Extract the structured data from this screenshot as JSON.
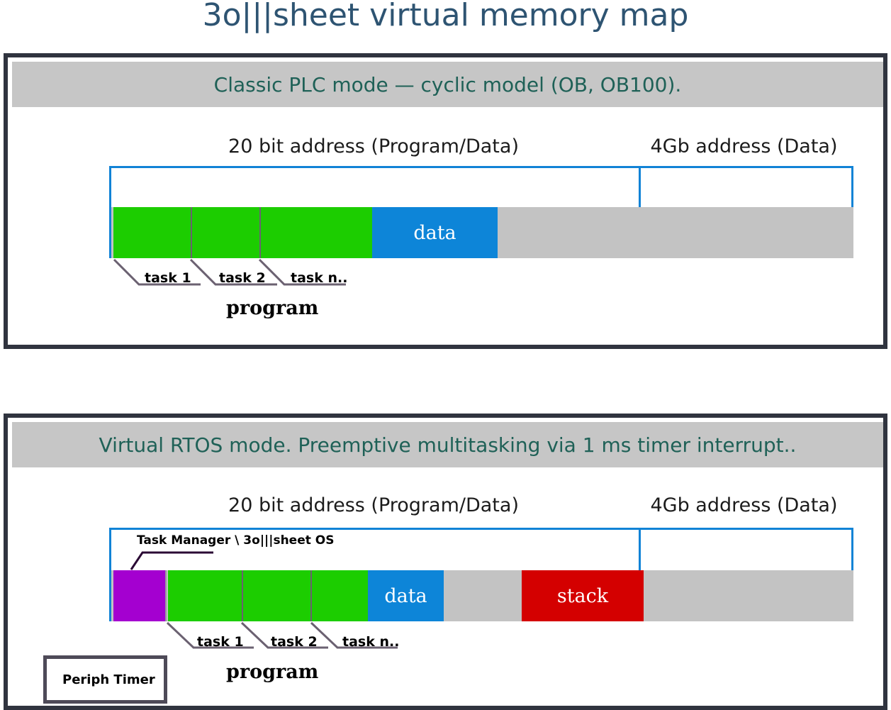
{
  "title": "3o|||sheet virtual memory map",
  "colors": {
    "title": "#2e5472",
    "panel_border": "#30343f",
    "header_bg": "#c6c6c6",
    "header_text": "#1f6157",
    "frame_blue": "#1183d6",
    "program_green": "#1ccd00",
    "data_blue": "#0d85d8",
    "stack_red": "#d40000",
    "task_manager_purple": "#a400d0",
    "free_gray": "#c3c3c3",
    "leader_line": "#6b6171",
    "tm_leader_line": "#2b0a35"
  },
  "panels": [
    {
      "id": "classic",
      "header": "Classic PLC mode — cyclic model (OB, OB100).",
      "address_labels": {
        "left": "20 bit address (Program/Data)",
        "right": "4Gb address (Data)"
      },
      "blocks": [
        {
          "name": "task-1",
          "label": "",
          "kind": "green"
        },
        {
          "name": "task-2",
          "label": "",
          "kind": "green"
        },
        {
          "name": "task-n",
          "label": "",
          "kind": "green"
        },
        {
          "name": "data",
          "label": "data",
          "kind": "blue"
        },
        {
          "name": "free",
          "label": "",
          "kind": "gray"
        },
        {
          "name": "free-4gb",
          "label": "",
          "kind": "gray"
        }
      ],
      "task_labels": [
        "task 1",
        "task 2",
        "task n.."
      ],
      "program_label": "program"
    },
    {
      "id": "rtos",
      "header": "Virtual RTOS mode. Preemptive multitasking via 1 ms timer interrupt..",
      "address_labels": {
        "left": "20 bit address (Program/Data)",
        "right": "4Gb address (Data)"
      },
      "task_manager_label": "Task Manager \\ 3o|||sheet OS",
      "blocks": [
        {
          "name": "task-manager",
          "label": "",
          "kind": "purple"
        },
        {
          "name": "task-1",
          "label": "",
          "kind": "green"
        },
        {
          "name": "task-2",
          "label": "",
          "kind": "green"
        },
        {
          "name": "task-n",
          "label": "",
          "kind": "green"
        },
        {
          "name": "data",
          "label": "data",
          "kind": "blue"
        },
        {
          "name": "free",
          "label": "",
          "kind": "gray"
        },
        {
          "name": "stack",
          "label": "stack",
          "kind": "red"
        },
        {
          "name": "free-4gb",
          "label": "",
          "kind": "gray"
        }
      ],
      "task_labels": [
        "task 1",
        "task 2",
        "task n.."
      ],
      "program_label": "program",
      "periph_timer_label": "Periph Timer"
    }
  ]
}
